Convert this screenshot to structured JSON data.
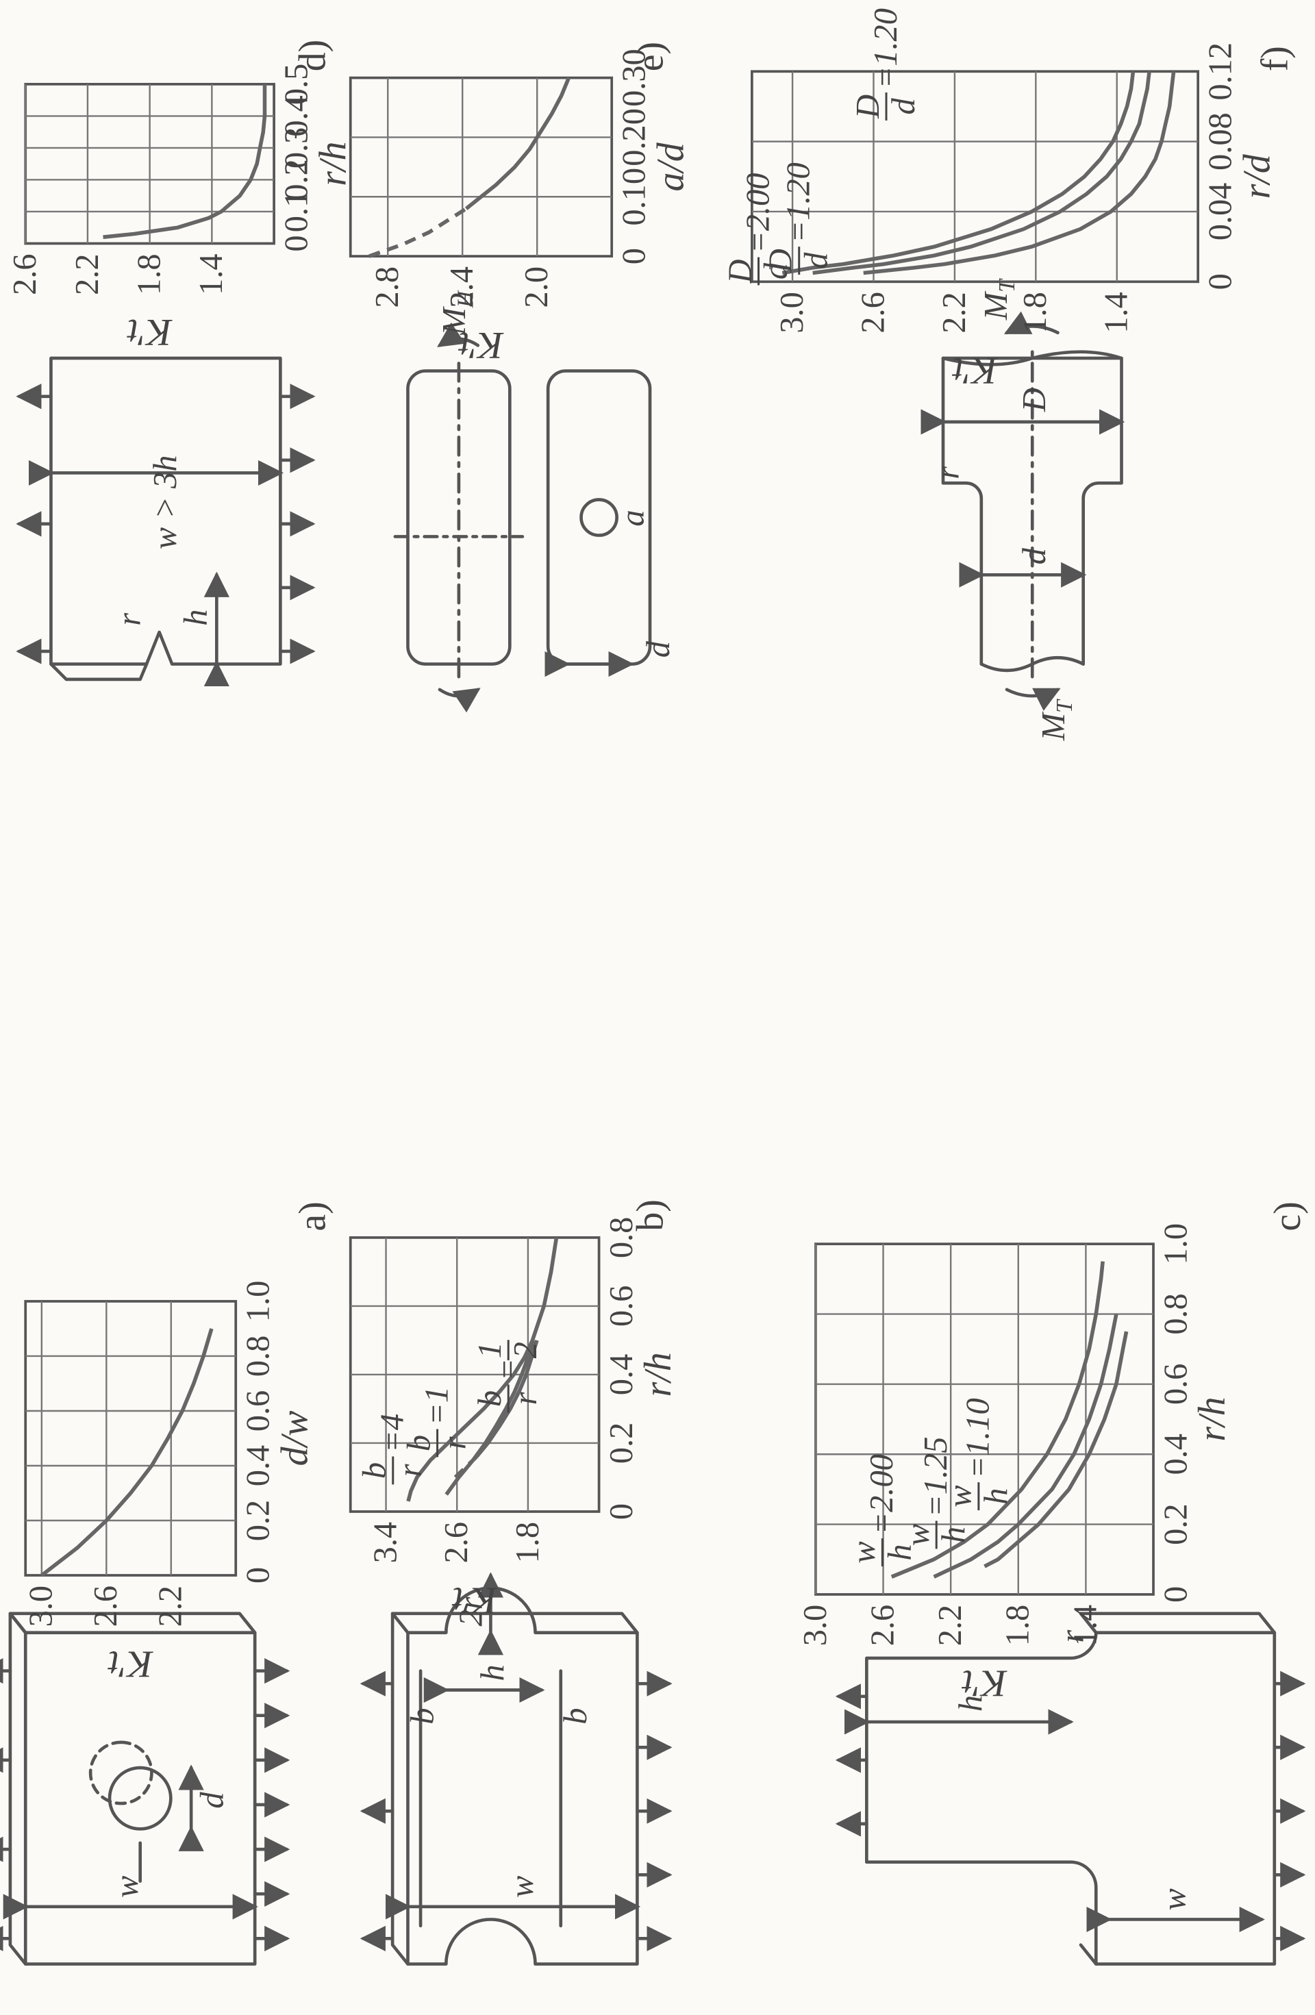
{
  "panels": [
    {
      "label": "a)"
    },
    {
      "label": "b)"
    },
    {
      "label": "c)"
    },
    {
      "label": "d)"
    },
    {
      "label": "e)"
    },
    {
      "label": "f)"
    }
  ],
  "diagram_labels": {
    "a_w": "w",
    "a_d": "d",
    "b_w": "w",
    "b_b1": "b",
    "b_h": "h",
    "b_b2": "b",
    "b_2r": "2r",
    "c_w": "w",
    "c_h": "h",
    "c_r": "r",
    "d_w": "w > 3h",
    "d_h": "h",
    "d_r": "r",
    "e_MH": "M",
    "e_MH_sub": "H",
    "e_d": "d",
    "e_a": "a",
    "f_MT1": "M",
    "f_MT1_sub": "T",
    "f_MT2": "M",
    "f_MT2_sub": "T",
    "f_d": "d",
    "f_D": "D",
    "f_r": "r"
  },
  "chart_data": [
    {
      "id": "a",
      "type": "line",
      "xlabel": "d/w",
      "ylabel": "K′t",
      "xlim": [
        0,
        1.0
      ],
      "ylim": [
        1.8,
        3.1
      ],
      "xticks": [
        "0",
        "0.2",
        "0.4",
        "0.6",
        "0.8",
        "1.0"
      ],
      "yticks": [
        "3.0",
        "2.6",
        "2.2"
      ],
      "grid": true,
      "series": [
        {
          "x": [
            0,
            0.1,
            0.2,
            0.3,
            0.4,
            0.5,
            0.6,
            0.7,
            0.8,
            0.9
          ],
          "y": [
            3.0,
            2.78,
            2.6,
            2.45,
            2.32,
            2.22,
            2.13,
            2.06,
            2.0,
            1.95
          ]
        }
      ]
    },
    {
      "id": "b",
      "type": "line",
      "xlabel": "r/h",
      "ylabel": "K′t",
      "xlim": [
        0,
        0.8
      ],
      "ylim": [
        1.0,
        3.8
      ],
      "xticks": [
        "0",
        "0.2",
        "0.4",
        "0.6",
        "0.8"
      ],
      "yticks": [
        "3.4",
        "2.6",
        "1.8"
      ],
      "grid": true,
      "series": [
        {
          "label": {
            "num": "b",
            "den": "r",
            "val": "=4"
          },
          "x": [
            0.03,
            0.06,
            0.1,
            0.15,
            0.2,
            0.25,
            0.3,
            0.35,
            0.4,
            0.45,
            0.5,
            0.6,
            0.7,
            0.8
          ],
          "y": [
            3.15,
            3.12,
            3.05,
            2.9,
            2.7,
            2.5,
            2.3,
            2.12,
            1.96,
            1.84,
            1.75,
            1.62,
            1.54,
            1.48
          ]
        },
        {
          "label": {
            "num": "b",
            "den": "r",
            "val": "=1"
          },
          "x": [
            0.05,
            0.1,
            0.15,
            0.2,
            0.25,
            0.3,
            0.35,
            0.4,
            0.45,
            0.5
          ],
          "y": [
            2.72,
            2.58,
            2.42,
            2.28,
            2.16,
            2.05,
            1.95,
            1.87,
            1.8,
            1.74
          ]
        },
        {
          "label": {
            "num": "b",
            "den": "r",
            "val": "=",
            "val_num": "1",
            "val_den": "2"
          },
          "x": [
            0.1,
            0.13,
            0.16,
            0.2,
            0.25,
            0.3,
            0.35,
            0.4,
            0.45,
            0.5
          ],
          "y": [
            2.62,
            2.5,
            2.38,
            2.25,
            2.12,
            2.0,
            1.9,
            1.82,
            1.76,
            1.7
          ],
          "dashed_until_x": 0.16
        }
      ]
    },
    {
      "id": "c",
      "type": "line",
      "xlabel": "r/h",
      "ylabel": "K′t",
      "xlim": [
        0,
        1.0
      ],
      "ylim": [
        1.0,
        3.0
      ],
      "xticks": [
        "0",
        "0.2",
        "0.4",
        "0.6",
        "0.8",
        "1.0"
      ],
      "yticks": [
        "3.0",
        "2.6",
        "2.2",
        "1.8",
        "1.4"
      ],
      "grid": true,
      "series": [
        {
          "label": {
            "num": "w",
            "den": "h",
            "val": "=2.00"
          },
          "x": [
            0.05,
            0.08,
            0.1,
            0.15,
            0.2,
            0.3,
            0.4,
            0.5,
            0.6,
            0.7,
            0.8,
            0.9,
            0.95
          ],
          "y": [
            2.55,
            2.4,
            2.3,
            2.12,
            1.98,
            1.78,
            1.63,
            1.52,
            1.44,
            1.38,
            1.34,
            1.31,
            1.3
          ]
        },
        {
          "label": {
            "num": "w",
            "den": "h",
            "val": "=1.25"
          },
          "x": [
            0.05,
            0.1,
            0.15,
            0.2,
            0.3,
            0.4,
            0.5,
            0.6,
            0.7,
            0.8
          ],
          "y": [
            2.3,
            2.08,
            1.92,
            1.8,
            1.6,
            1.47,
            1.38,
            1.31,
            1.26,
            1.22
          ]
        },
        {
          "label": {
            "num": "w",
            "den": "h",
            "val": "=1.10"
          },
          "x": [
            0.08,
            0.1,
            0.15,
            0.2,
            0.3,
            0.4,
            0.5,
            0.6,
            0.7,
            0.75
          ],
          "y": [
            2.0,
            1.92,
            1.8,
            1.68,
            1.5,
            1.38,
            1.29,
            1.22,
            1.18,
            1.16
          ]
        }
      ]
    },
    {
      "id": "d",
      "type": "line",
      "xlabel": "r/h",
      "ylabel": "K′t",
      "xlim": [
        0,
        0.5
      ],
      "ylim": [
        1.0,
        2.6
      ],
      "xticks": [
        "0",
        "0.1",
        "0.2",
        "0.3",
        "0.4",
        "0.5"
      ],
      "yticks": [
        "2.6",
        "2.2",
        "1.8",
        "1.4"
      ],
      "grid": true,
      "series": [
        {
          "x": [
            0.02,
            0.03,
            0.05,
            0.08,
            0.1,
            0.15,
            0.2,
            0.25,
            0.3,
            0.35,
            0.4,
            0.45,
            0.5
          ],
          "y": [
            2.1,
            1.9,
            1.62,
            1.42,
            1.34,
            1.22,
            1.15,
            1.11,
            1.09,
            1.07,
            1.06,
            1.06,
            1.06
          ]
        }
      ]
    },
    {
      "id": "e",
      "type": "line",
      "xlabel": "a/d",
      "ylabel": "K′t",
      "xlim": [
        0,
        0.3
      ],
      "ylim": [
        1.6,
        3.0
      ],
      "xticks": [
        "0",
        "0.10",
        "0.20",
        "0.30"
      ],
      "yticks": [
        "2.8",
        "2.4",
        "2.0"
      ],
      "grid": true,
      "series": [
        {
          "x": [
            0,
            0.02,
            0.04,
            0.06,
            0.08,
            0.1,
            0.12,
            0.15,
            0.18,
            0.21,
            0.24,
            0.27,
            0.3
          ],
          "y": [
            2.9,
            2.72,
            2.58,
            2.48,
            2.38,
            2.3,
            2.22,
            2.12,
            2.04,
            1.98,
            1.92,
            1.87,
            1.83
          ],
          "dashed_until_x": 0.08
        }
      ]
    },
    {
      "id": "f",
      "type": "line",
      "xlabel": "r/d",
      "ylabel": "K′t",
      "xlim": [
        0,
        0.12
      ],
      "ylim": [
        1.0,
        3.2
      ],
      "xticks": [
        "0",
        "0.04",
        "0.08",
        "0.12"
      ],
      "yticks": [
        "3.0",
        "2.6",
        "2.2",
        "1.8",
        "1.4"
      ],
      "grid": true,
      "series": [
        {
          "label": {
            "num": "D",
            "den": "d",
            "val": "=2.00"
          },
          "x": [
            0.005,
            0.008,
            0.01,
            0.015,
            0.02,
            0.03,
            0.04,
            0.05,
            0.06,
            0.07,
            0.08,
            0.09,
            0.1,
            0.11,
            0.12
          ],
          "y": [
            3.05,
            2.9,
            2.75,
            2.5,
            2.3,
            2.02,
            1.82,
            1.67,
            1.56,
            1.48,
            1.42,
            1.38,
            1.35,
            1.33,
            1.32
          ]
        },
        {
          "label": {
            "num": "D",
            "den": "d",
            "val": "=1.20"
          },
          "x": [
            0.005,
            0.008,
            0.01,
            0.015,
            0.02,
            0.03,
            0.04,
            0.05,
            0.06,
            0.07,
            0.08,
            0.09,
            0.1,
            0.11,
            0.12
          ],
          "y": [
            2.9,
            2.7,
            2.55,
            2.3,
            2.12,
            1.86,
            1.68,
            1.55,
            1.45,
            1.38,
            1.33,
            1.29,
            1.27,
            1.25,
            1.24
          ]
        },
        {
          "label": {
            "num": "D",
            "den": "d",
            "val": "=1.20"
          },
          "x": [
            0.005,
            0.008,
            0.01,
            0.015,
            0.02,
            0.03,
            0.04,
            0.05,
            0.06,
            0.07,
            0.08,
            0.09,
            0.1,
            0.11,
            0.12
          ],
          "y": [
            2.65,
            2.4,
            2.25,
            2.0,
            1.82,
            1.58,
            1.43,
            1.33,
            1.26,
            1.21,
            1.18,
            1.16,
            1.14,
            1.13,
            1.12
          ]
        }
      ]
    }
  ]
}
